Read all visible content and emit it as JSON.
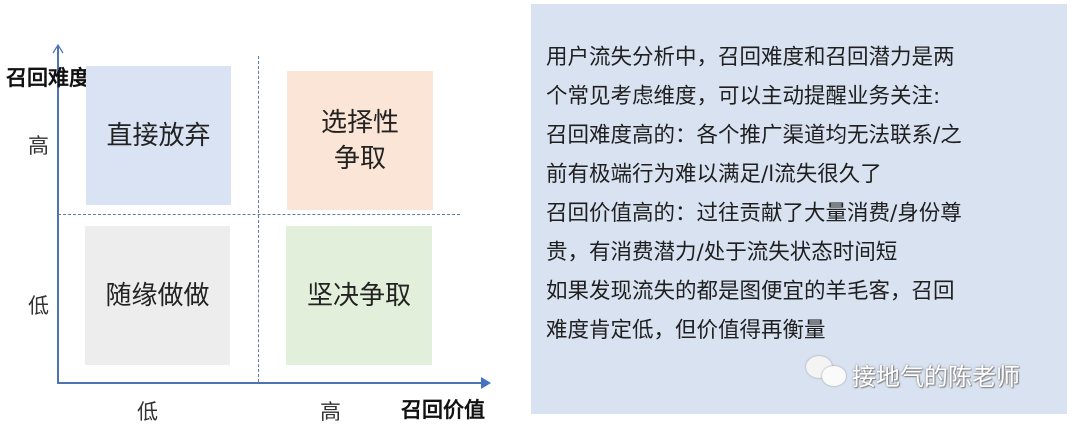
{
  "matrix": {
    "y_axis_title": "召回难度",
    "x_axis_title": "召回价值",
    "y_ticks": {
      "high": "高",
      "low": "低"
    },
    "x_ticks": {
      "low": "低",
      "high": "高"
    },
    "quadrants": {
      "top_left": {
        "label": "直接放弃",
        "color": "#dae3f3"
      },
      "top_right": {
        "label": "选择性\n争取",
        "color": "#fbe5d6"
      },
      "bottom_left": {
        "label": "随缘做做",
        "color": "#ededed"
      },
      "bottom_right": {
        "label": "坚决争取",
        "color": "#e2efda"
      }
    },
    "axis_color": "#4472c4"
  },
  "panel": {
    "background": "#d9e2f1",
    "lines": [
      "用户流失分析中，召回难度和召回潜力是两",
      "个常见考虑维度，可以主动提醒业务关注:",
      "召回难度高的：各个推广渠道均无法联系/之",
      "前有极端行为难以满足/l流失很久了",
      "召回价值高的：过往贡献了大量消费/身份尊",
      "贵，有消费潜力/处于流失状态时间短",
      "如果发现流失的都是图便宜的羊毛客，召回",
      "难度肯定低，但价值得再衡量"
    ]
  },
  "watermark": {
    "icon": "wechat-icon",
    "text": "接地气的陈老师"
  }
}
